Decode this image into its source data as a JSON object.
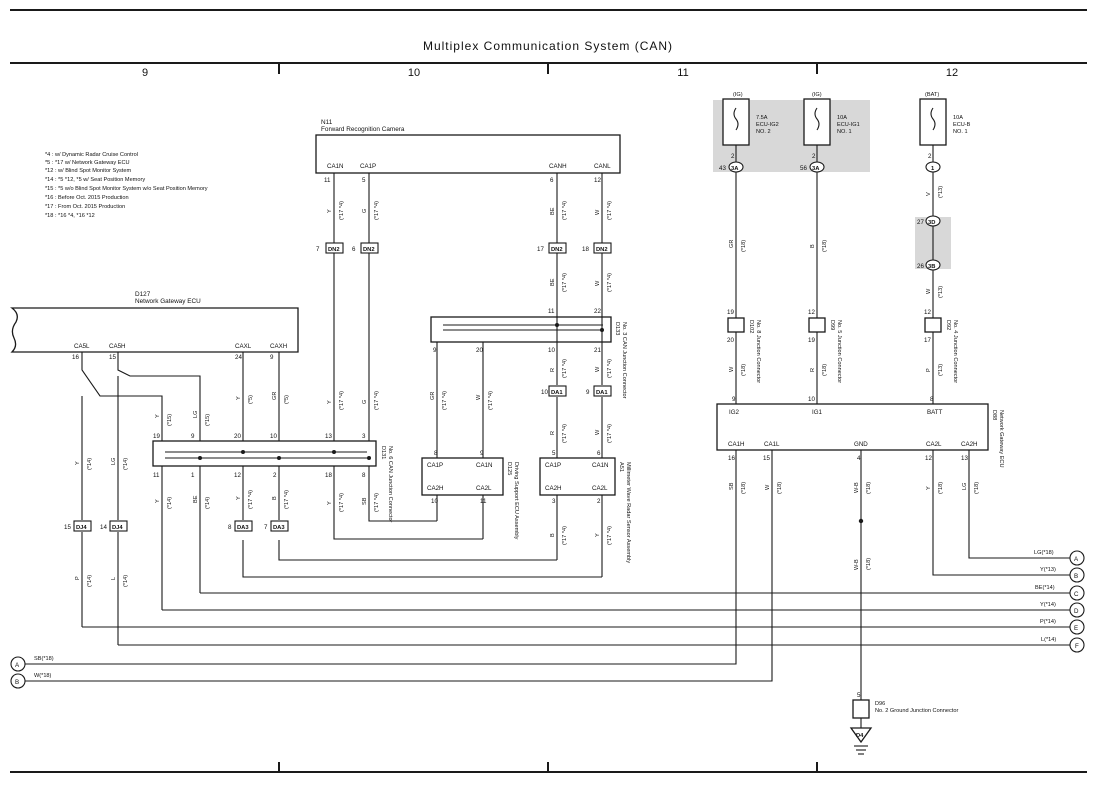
{
  "title": "Multiplex Communication System (CAN)",
  "columns": [
    "9",
    "10",
    "11",
    "12"
  ],
  "notes": [
    "*4 : w/ Dynamic Radar Cruise Control",
    "*5 : *17 w/ Network Gateway ECU",
    "*12 : w/ Blind Spot Monitor System",
    "*14 : *5 *12, *5 w/ Seat Position Memory",
    "*15 : *5 w/o Blind Spot Monitor System w/o Seat Position Memory",
    "*16 : Before Oct. 2015 Production",
    "*17 : From Oct. 2015 Production",
    "*18 : *16 *4, *16 *12"
  ],
  "components": {
    "n11": {
      "code": "N11",
      "name": "Forward Recognition Camera",
      "pins": [
        "CA1N",
        "CA1P",
        "CANH",
        "CANL"
      ]
    },
    "d127": {
      "code": "D127",
      "name": "Network Gateway ECU",
      "pins": [
        "CA5L",
        "CA5H",
        "CAXL",
        "CAXH"
      ]
    },
    "d131": {
      "code": "D131",
      "name": "No. 6 CAN Junction Connector"
    },
    "d133": {
      "code": "D133",
      "name": "No. 3 CAN Junction Connector"
    },
    "d125": {
      "code": "D125",
      "name": "Driving Support ECU Assembly",
      "pins": [
        "CA1P",
        "CA1N",
        "CA2H",
        "CA2L"
      ]
    },
    "a51": {
      "code": "A51",
      "name": "Millimeter Wave Radar Sensor Assembly",
      "pins": [
        "CA1P",
        "CA1N",
        "CA2H",
        "CA2L"
      ]
    },
    "d88": {
      "code": "D88",
      "name": "Network Gateway ECU",
      "pins": [
        "IG2",
        "IG1",
        "BATT",
        "CA1H",
        "CA1L",
        "GND",
        "CA2L",
        "CA2H"
      ]
    },
    "d102": {
      "code": "D102",
      "name": "No. 8 Junction Connector"
    },
    "d99": {
      "code": "D99",
      "name": "No. 5 Junction Connector"
    },
    "d92": {
      "code": "D92",
      "name": "No. 4 Junction Connector"
    },
    "d96": {
      "code": "D96",
      "name": "No. 2 Ground Junction Connector"
    }
  },
  "fuses": [
    {
      "supply": "(IG)",
      "rating": "7.5A",
      "name": "ECU-IG2",
      "no": "NO. 2"
    },
    {
      "supply": "(IG)",
      "rating": "10A",
      "name": "ECU-IG1",
      "no": "NO. 1"
    },
    {
      "supply": "(BAT)",
      "rating": "10A",
      "name": "ECU-B",
      "no": "NO. 1"
    }
  ],
  "connectors": [
    "DN2",
    "DN2",
    "DN2",
    "DN2",
    "DA1",
    "DA1",
    "DJ4",
    "DJ4",
    "DA3",
    "DA3",
    "3A",
    "3A",
    "1",
    "3D",
    "3B",
    "D4"
  ],
  "offpage": [
    {
      "label": "LG(*18)",
      "ref": "A"
    },
    {
      "label": "Y(*13)",
      "ref": "B"
    },
    {
      "label": "BE(*14)",
      "ref": "C"
    },
    {
      "label": "Y(*14)",
      "ref": "D"
    },
    {
      "label": "P(*14)",
      "ref": "E"
    },
    {
      "label": "L(*14)",
      "ref": "F"
    },
    {
      "label": "SB(*18)",
      "ref": "A"
    },
    {
      "label": "W(*18)",
      "ref": "B"
    }
  ]
}
